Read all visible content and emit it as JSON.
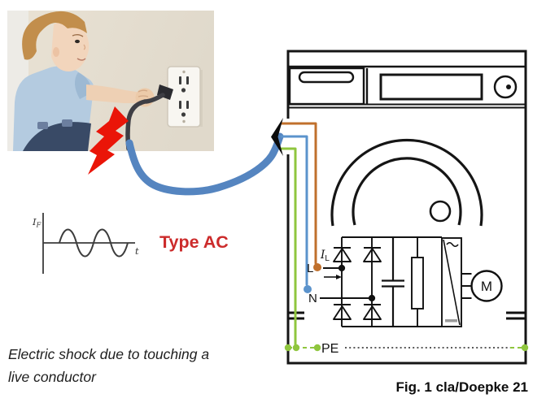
{
  "waveform": {
    "y_axis_label": "I",
    "y_axis_sub": "F",
    "x_axis_label": "t",
    "label": "Type AC",
    "label_color": "#cc2b2b"
  },
  "caption": {
    "line1": "Electric shock due to touching a",
    "line2": "live conductor"
  },
  "figure_label": "Fig. 1 cla/Doepke 21",
  "schematic": {
    "labels": {
      "load_current": "I",
      "load_current_sub": "L",
      "live": "L",
      "neutral": "N",
      "pe": "PE",
      "motor": "M"
    },
    "colors": {
      "live_wire": "#c0702c",
      "neutral_wire": "#5b93cc",
      "pe_wire": "#8fc63e",
      "drawn_cord": "#5585c0",
      "bolt": "#ea1508"
    }
  }
}
